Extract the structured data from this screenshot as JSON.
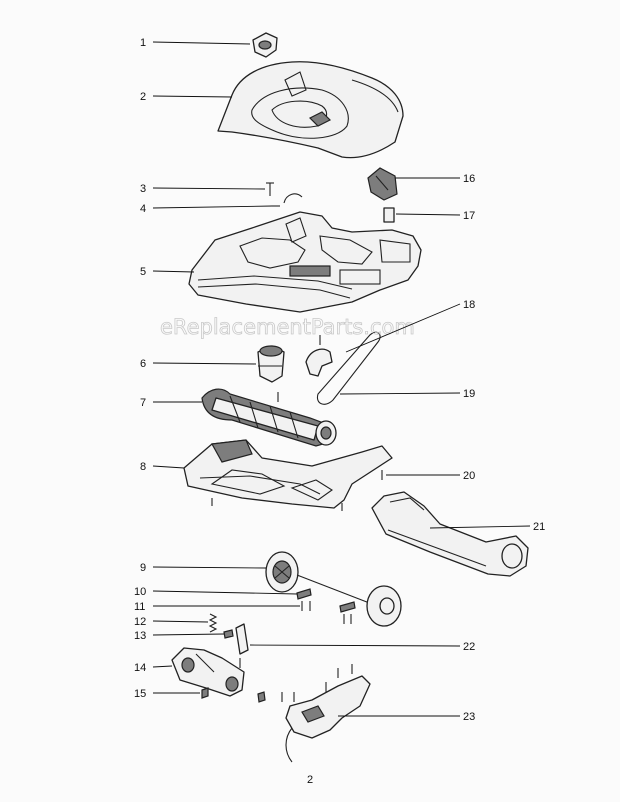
{
  "diagram": {
    "callouts": {
      "c1": "1",
      "c2": "2",
      "c3": "3",
      "c4": "4",
      "c5": "5",
      "c6": "6",
      "c7": "7",
      "c8": "8",
      "c9": "9",
      "c10": "10",
      "c11": "11",
      "c12": "12",
      "c13": "13",
      "c14": "14",
      "c15": "15",
      "c16": "16",
      "c17": "17",
      "c18": "18",
      "c19": "19",
      "c20": "20",
      "c21": "21",
      "c22": "22",
      "c23": "23"
    },
    "watermark": "eReplacementParts.com",
    "page_number": "2"
  }
}
